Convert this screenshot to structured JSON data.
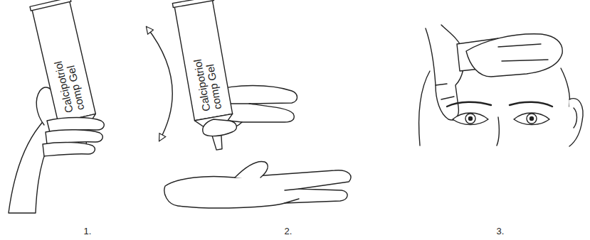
{
  "diagram": {
    "nodes": [
      {
        "text": [
          "Calcipotriol comp Gel"
        ]
      },
      {
        "text": [
          "Calcipotriol comp Gel"
        ]
      }
    ],
    "labels": [
      "1.",
      "2.",
      "3."
    ]
  }
}
